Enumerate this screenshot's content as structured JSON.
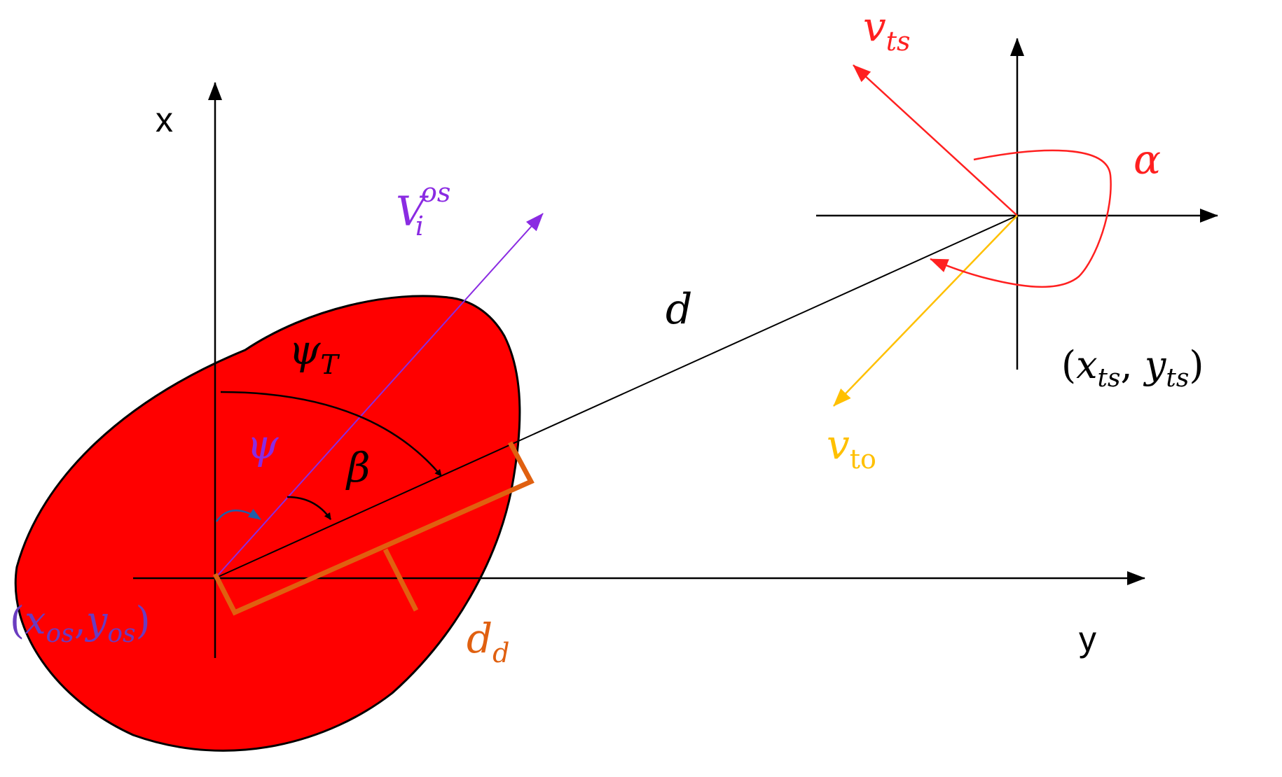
{
  "colors": {
    "region_fill": "#ff0000",
    "outline": "#000000",
    "heading_vector": "#8a2be2",
    "safe_zone": "#e06010",
    "target_velocity": "#ff2020",
    "relative_velocity": "#ffc000",
    "psi_arc": "#1f5fa8",
    "coord_label": "#6a3cc0"
  },
  "labels": {
    "x_axis": "x",
    "y_axis": "y",
    "own_ship_coord": {
      "open": "(",
      "x": "x",
      "x_sub": "os",
      "sep": ",",
      "y": "y",
      "y_sub": "os",
      "close": ")"
    },
    "target_coord": {
      "open": "(",
      "x": "x",
      "x_sub": "ts",
      "sep": ", ",
      "y": "y",
      "y_sub": "ts",
      "close": ")"
    },
    "velocity": {
      "base": "V",
      "sub": "i",
      "sup": "os"
    },
    "psi_T": {
      "base": "ψ",
      "sub": "T"
    },
    "psi": "ψ",
    "beta": "β",
    "distance": "d",
    "dd": {
      "base": "d",
      "sub": "d"
    },
    "v_ts": {
      "base": "v",
      "sub": "ts"
    },
    "v_to": {
      "base": "v",
      "sub": "to"
    },
    "alpha": "α"
  }
}
